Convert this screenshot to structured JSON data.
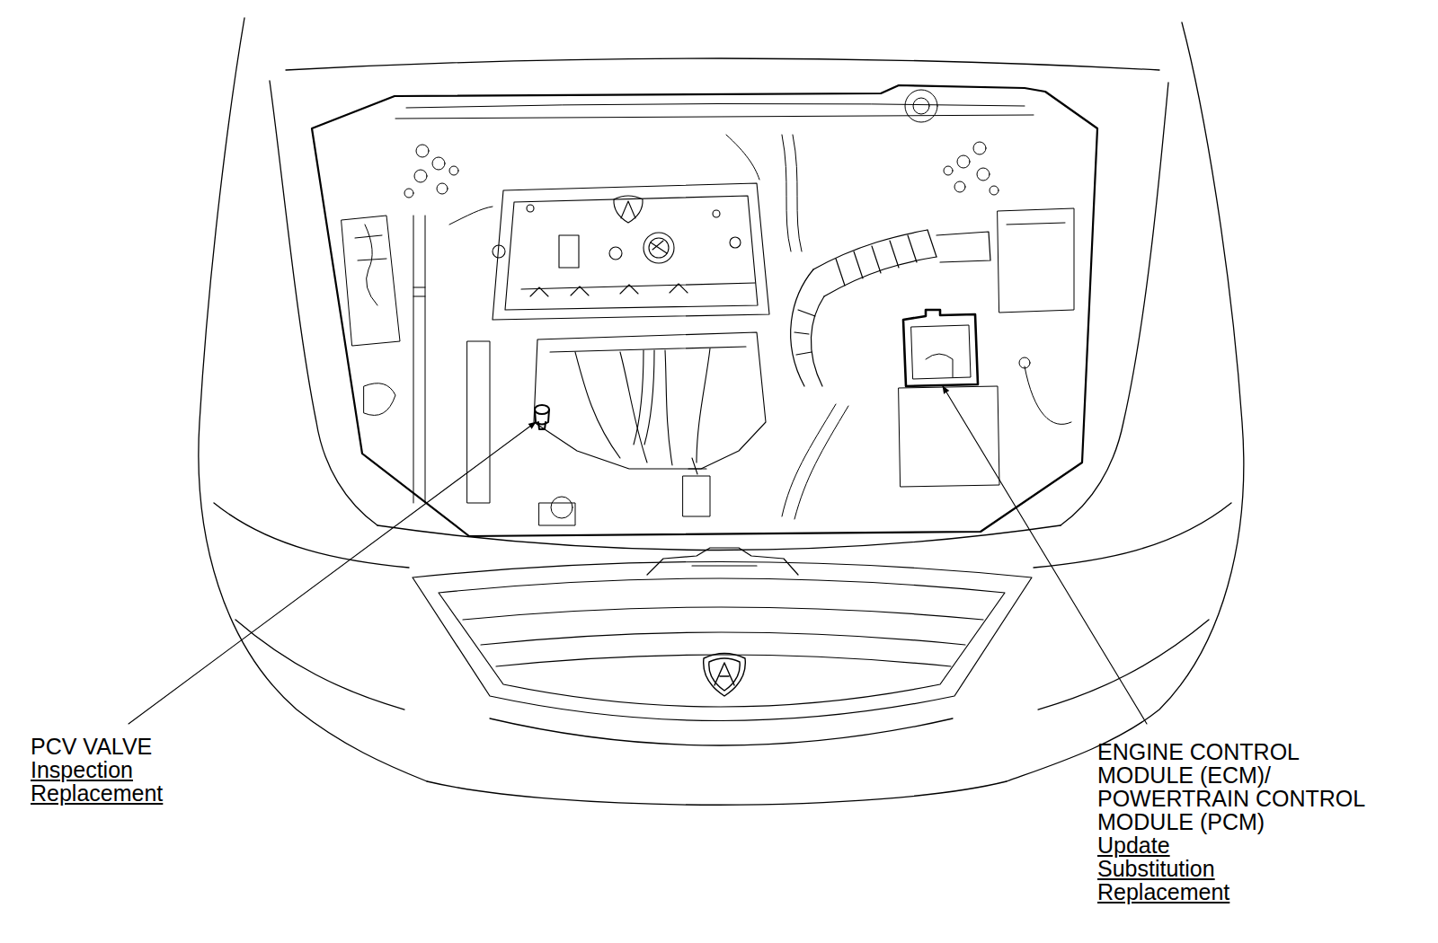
{
  "diagram": {
    "labels": [
      "PCV VALVE",
      "Inspection",
      "Replacement",
      "ENGINE CONTROL MODULE (ECM)/ POWERTRAIN CONTROL MODULE (PCM)",
      "Update",
      "Substitution",
      "Replacement"
    ]
  }
}
